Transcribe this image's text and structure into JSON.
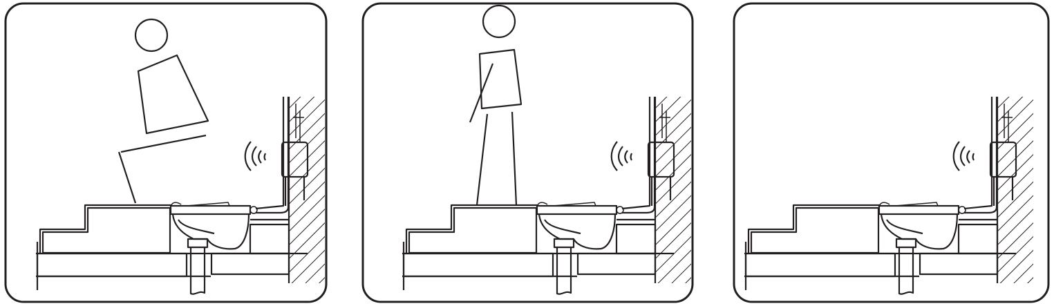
{
  "diagram": {
    "panels": [
      {
        "id": "panel-1",
        "figure": "seated-user",
        "sensor": "sensor-waves-icon"
      },
      {
        "id": "panel-2",
        "figure": "standing-user",
        "sensor": "sensor-waves-icon"
      },
      {
        "id": "panel-3",
        "figure": "none",
        "sensor": "sensor-waves-icon"
      }
    ],
    "colors": {
      "line": "#231f20",
      "background": "#ffffff"
    }
  }
}
